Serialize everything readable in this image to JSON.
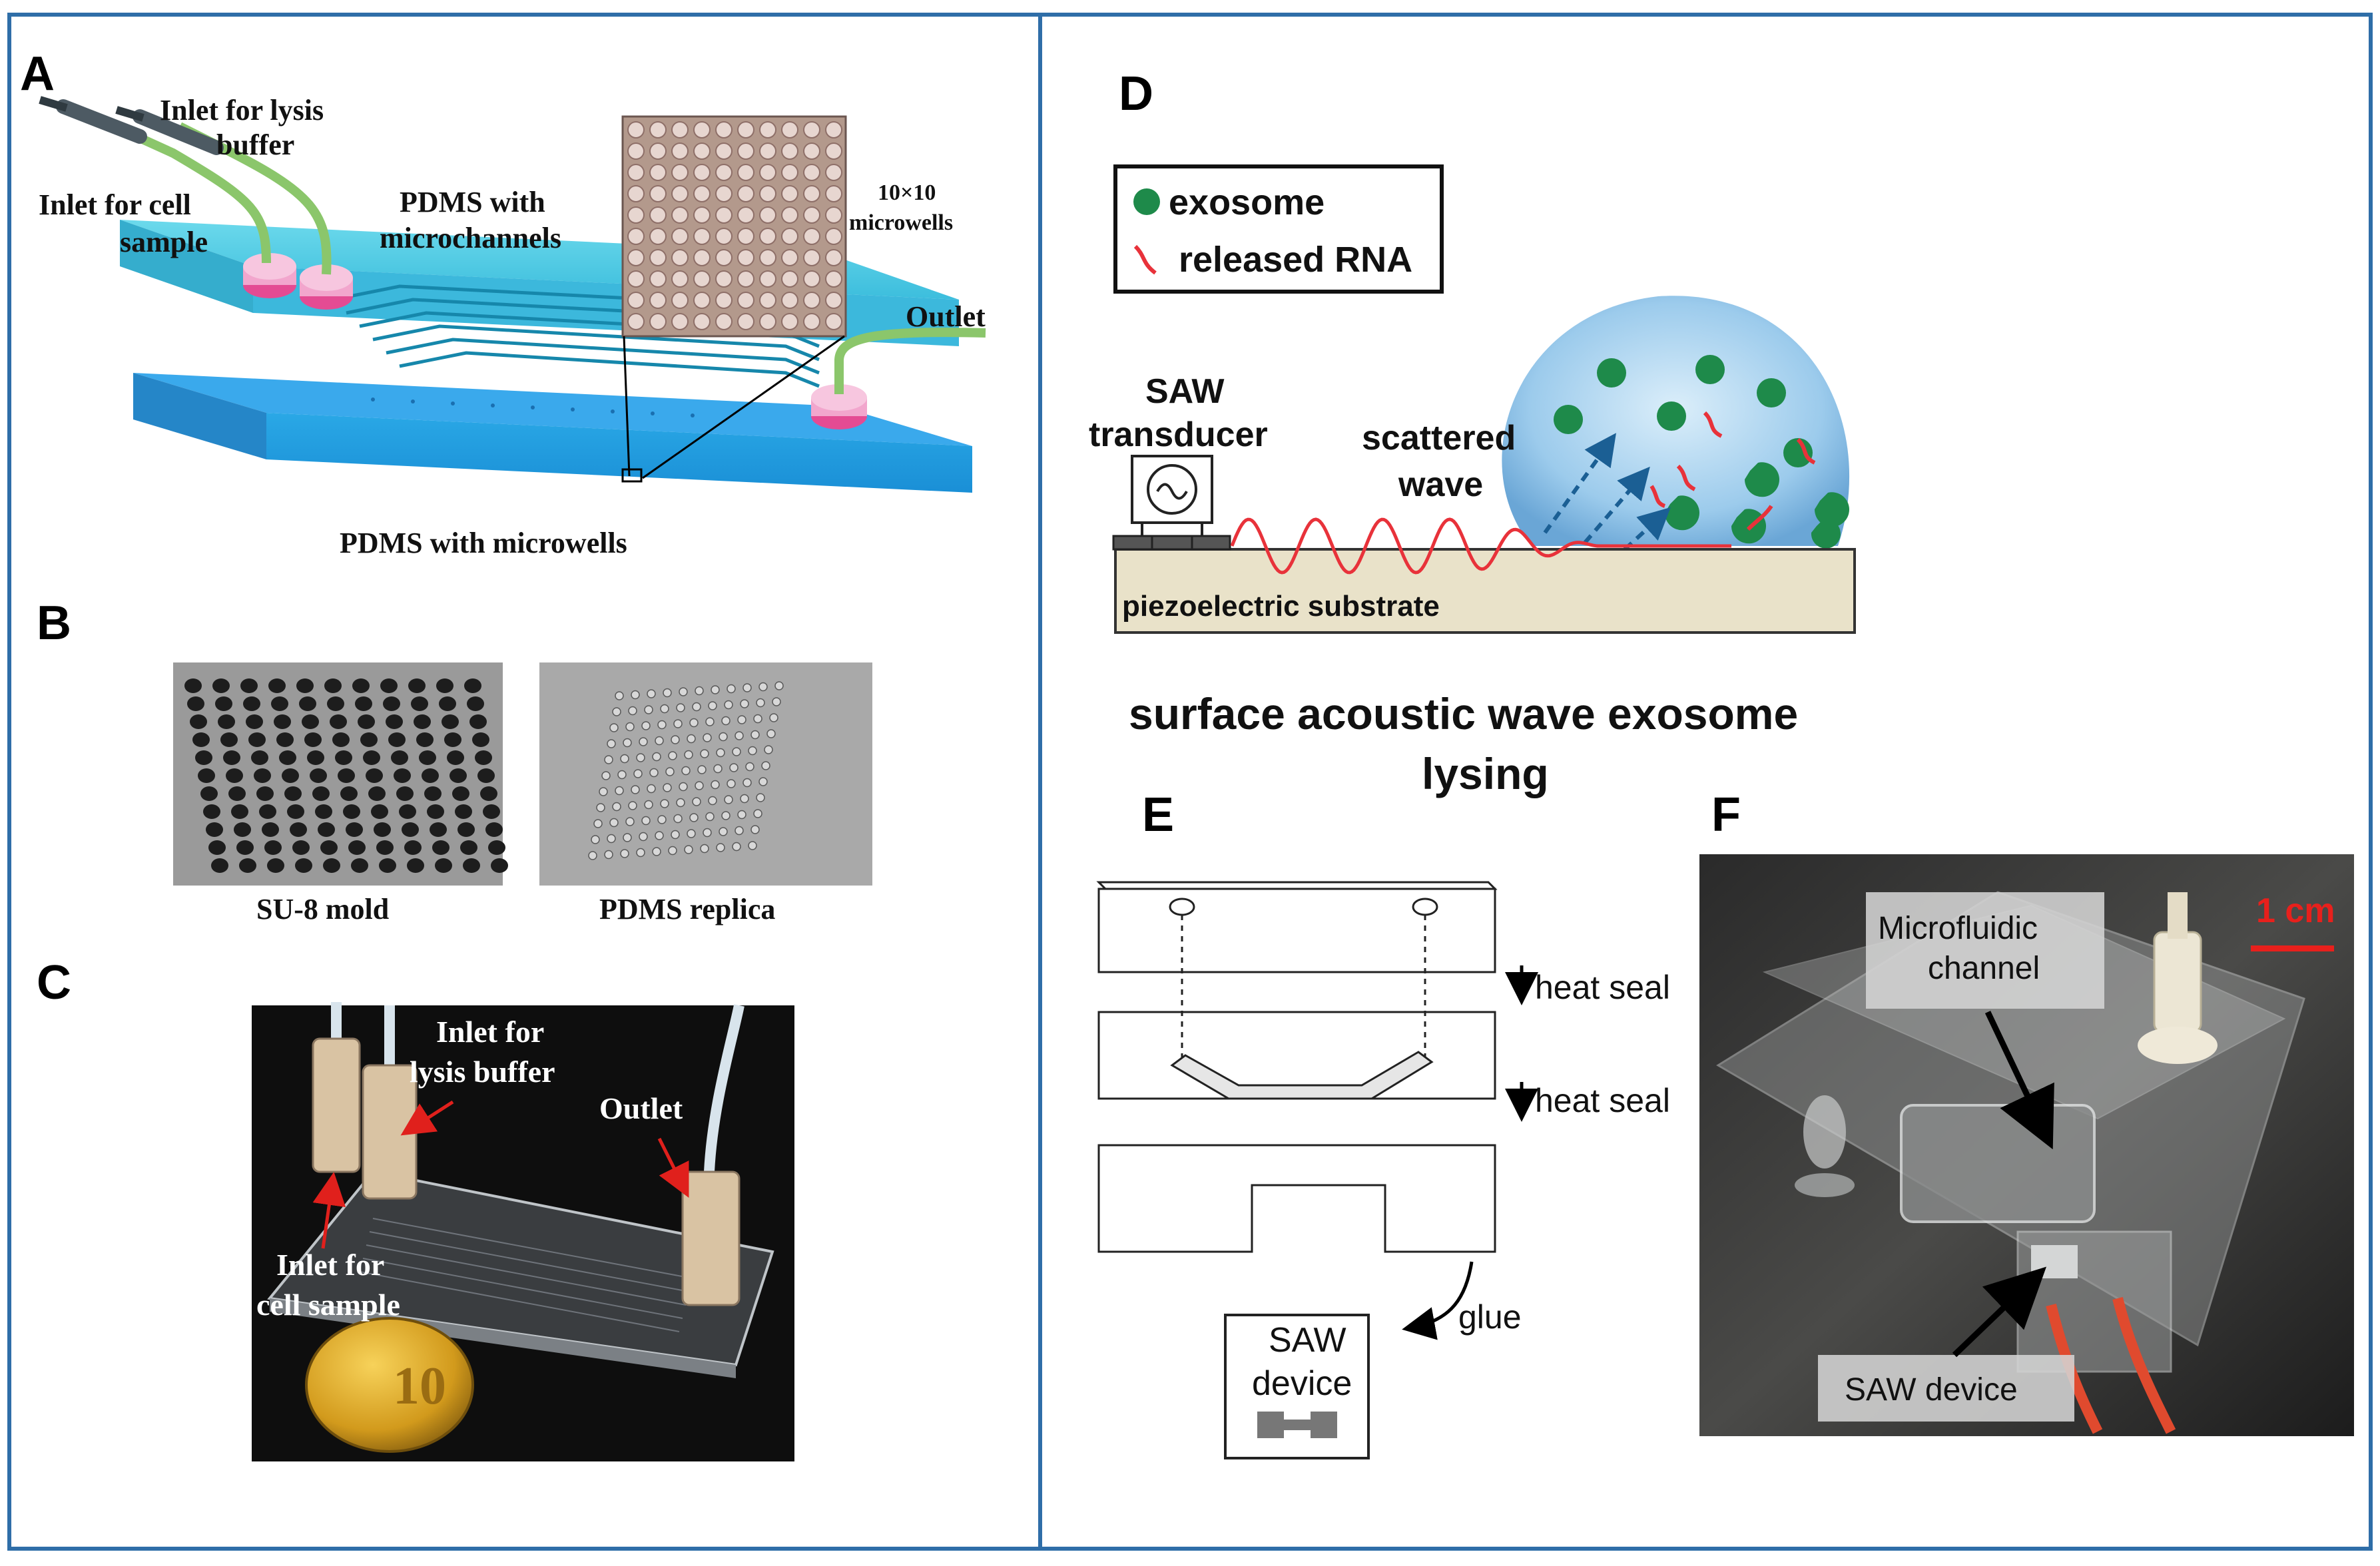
{
  "panels": {
    "a": {
      "letter": "A"
    },
    "b": {
      "letter": "B"
    },
    "c": {
      "letter": "C"
    },
    "d": {
      "letter": "D"
    },
    "e": {
      "letter": "E"
    },
    "f": {
      "letter": "F"
    }
  },
  "panel_a": {
    "inlet_lysis_1": "Inlet for lysis",
    "inlet_lysis_2": "buffer",
    "inlet_cell_1": "Inlet for cell",
    "inlet_cell_2": "sample",
    "pdms_channels_1": "PDMS with",
    "pdms_channels_2": "microchannels",
    "wells_1": "10×10",
    "wells_2": "microwells",
    "outlet": "Outlet",
    "pdms_wells": "PDMS with microwells"
  },
  "panel_b": {
    "su8": "SU-8 mold",
    "replica": "PDMS replica"
  },
  "panel_c": {
    "inlet_lysis_1": "Inlet for",
    "inlet_lysis_2": "lysis buffer",
    "outlet": "Outlet",
    "inlet_cell_1": "Inlet for",
    "inlet_cell_2": "cell sample",
    "coin_value": "10"
  },
  "panel_d": {
    "legend_exosome": "exosome",
    "legend_rna": "released RNA",
    "saw_1": "SAW",
    "saw_2": "transducer",
    "scattered_1": "scattered",
    "scattered_2": "wave",
    "substrate": "piezoelectric substrate",
    "caption_1": "surface acoustic wave exosome",
    "caption_2": "lysing",
    "colors": {
      "exosome": "#1e8a4a",
      "rna": "#e8323a",
      "droplet": "#8fc2e6"
    }
  },
  "panel_e": {
    "heat_seal_1": "heat seal",
    "heat_seal_2": "heat seal",
    "glue": "glue",
    "saw_1": "SAW",
    "saw_2": "device"
  },
  "panel_f": {
    "scale": "1 cm",
    "channel_1": "Microfluidic",
    "channel_2": "channel",
    "saw": "SAW device"
  }
}
